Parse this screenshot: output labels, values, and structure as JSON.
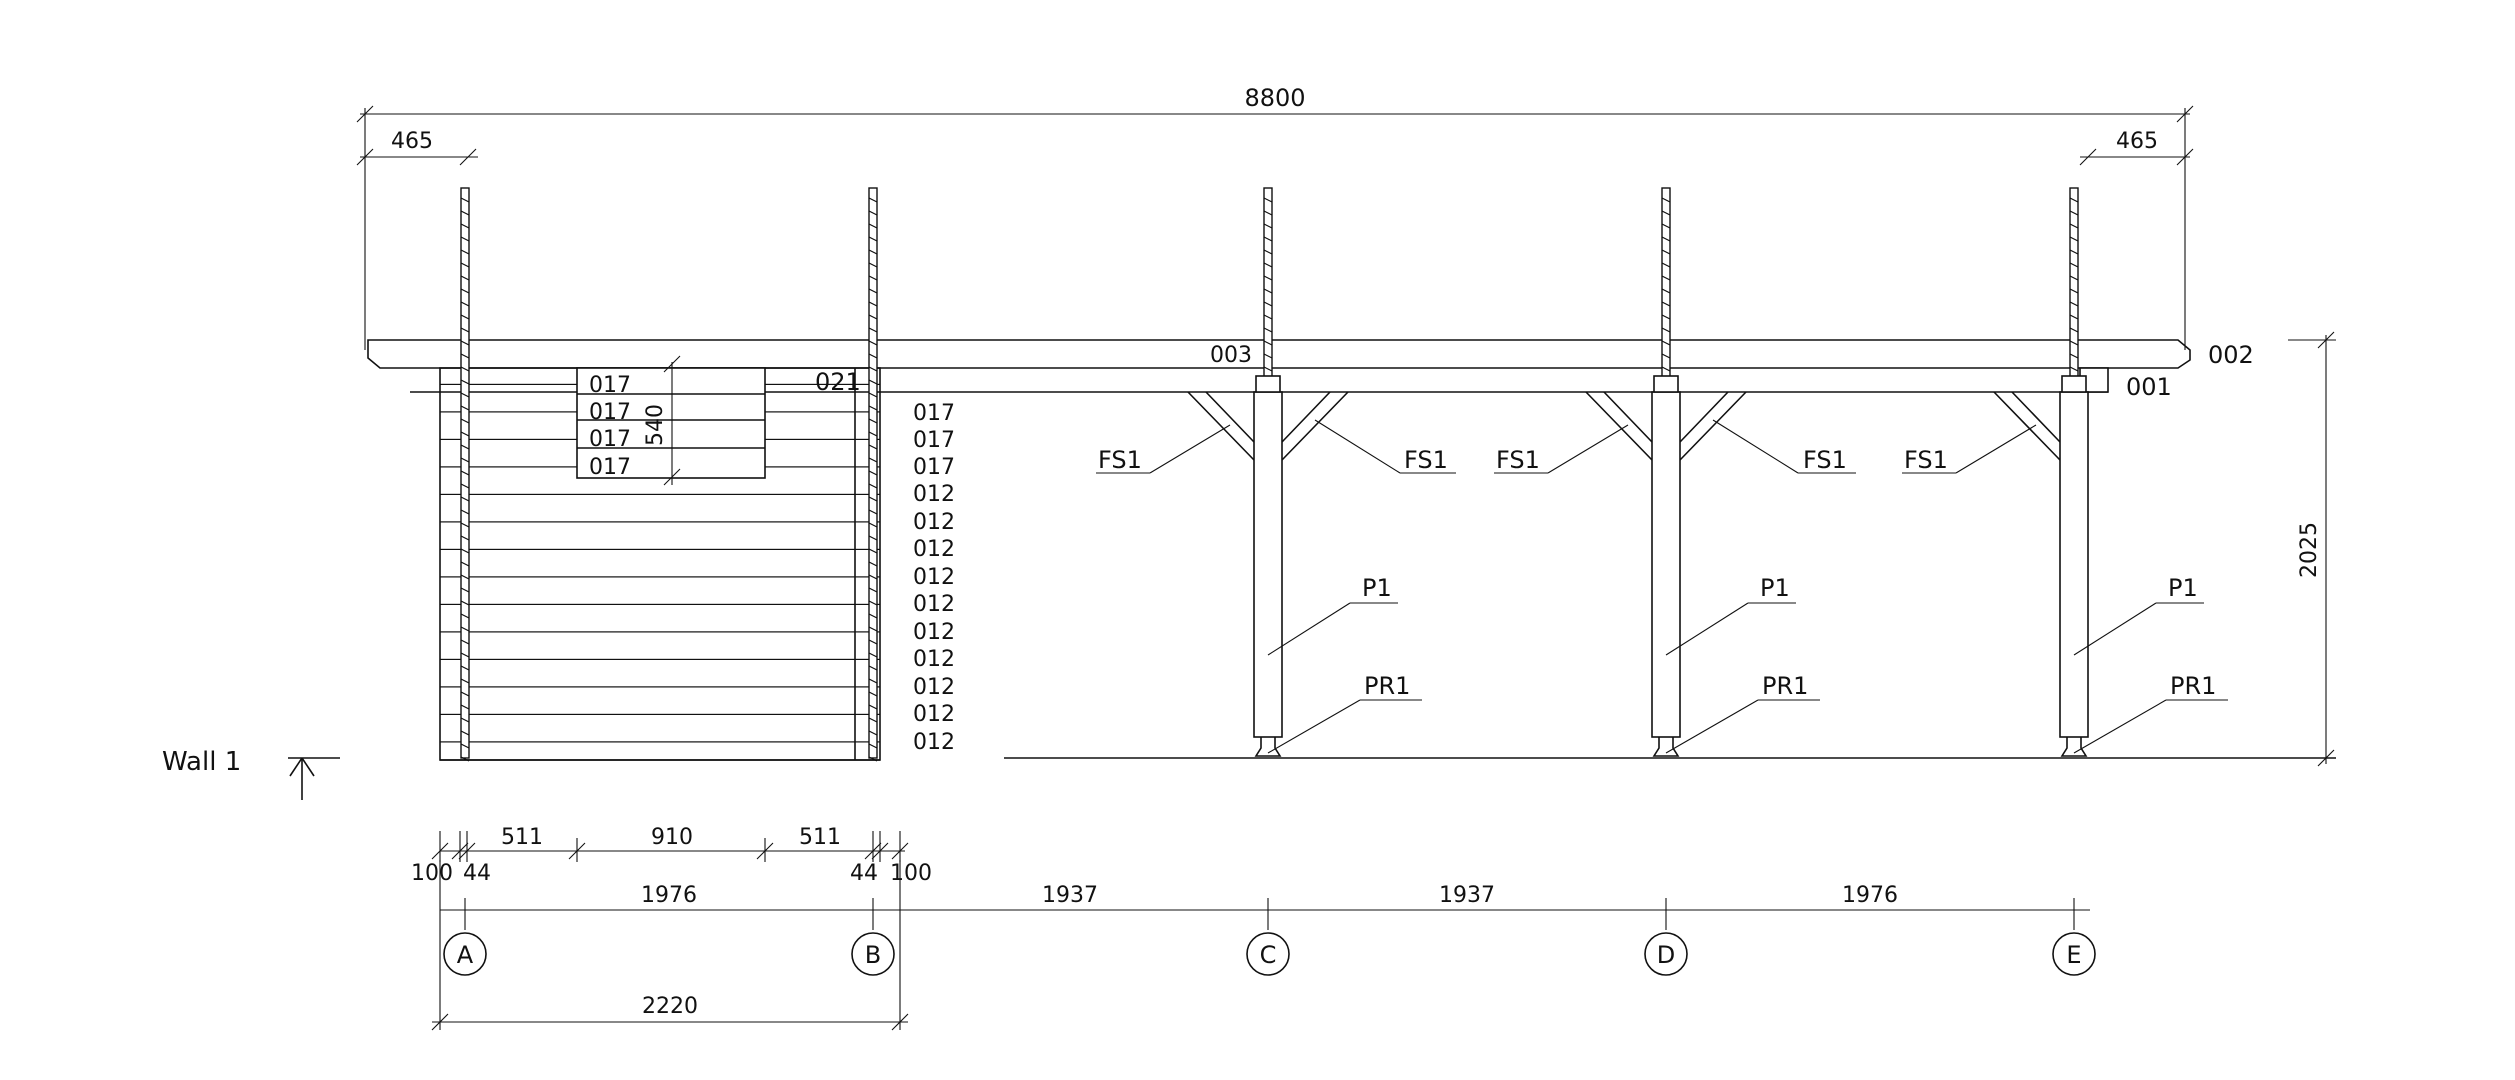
{
  "wall_label": "Wall 1",
  "overall_width": "8800",
  "overhang_left": "465",
  "overhang_right": "465",
  "height": "2025",
  "parts": {
    "roof_board": "002",
    "beam": "001",
    "post_connector": "003",
    "gable_piece": "021",
    "log_short": "017",
    "log": "012",
    "window_height": "540",
    "brace": "FS1",
    "post": "P1",
    "post_base": "PR1"
  },
  "left_log_labels": [
    "017",
    "017",
    "017",
    "017"
  ],
  "right_log_labels": [
    "017",
    "017",
    "017",
    "012",
    "012",
    "012",
    "012",
    "012",
    "012",
    "012",
    "012",
    "012",
    "012"
  ],
  "brace_labels": [
    "FS1",
    "FS1",
    "FS1",
    "FS1",
    "FS1"
  ],
  "post_labels": [
    "P1",
    "P1",
    "P1"
  ],
  "base_labels": [
    "PR1",
    "PR1",
    "PR1"
  ],
  "detail_dims": [
    "100",
    "44",
    "511",
    "910",
    "511",
    "44",
    "100"
  ],
  "grid_spacings": [
    "1976",
    "1937",
    "1937",
    "1976"
  ],
  "cabin_width": "2220",
  "grid_axes": [
    "A",
    "B",
    "C",
    "D",
    "E"
  ]
}
